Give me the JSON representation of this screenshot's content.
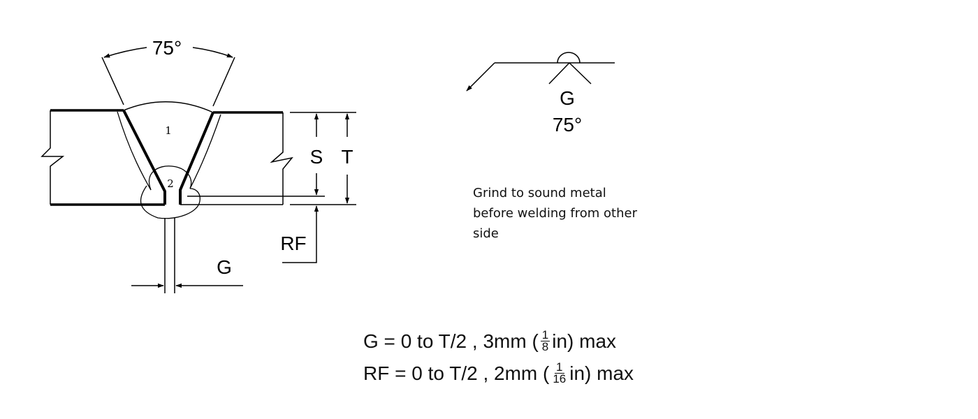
{
  "joint_detail": {
    "angle_label": "75°",
    "bead_1_label": "1",
    "bead_2_label": "2",
    "s_label": "S",
    "t_label": "T",
    "rf_label": "RF",
    "g_label": "G"
  },
  "weld_symbol": {
    "gap_label": "G",
    "angle_label": "75°"
  },
  "note": {
    "line1": "Grind to sound metal",
    "line2": "before welding from other",
    "line3": "side"
  },
  "formulas": {
    "g": {
      "before": "G = 0 to T/2 , 3mm (",
      "frac_num": "1",
      "frac_den": "8",
      "after": " in) max"
    },
    "rf": {
      "before": "RF = 0 to T/2 , 2mm (",
      "frac_num": "1",
      "frac_den": "16",
      "after": " in) max"
    }
  }
}
